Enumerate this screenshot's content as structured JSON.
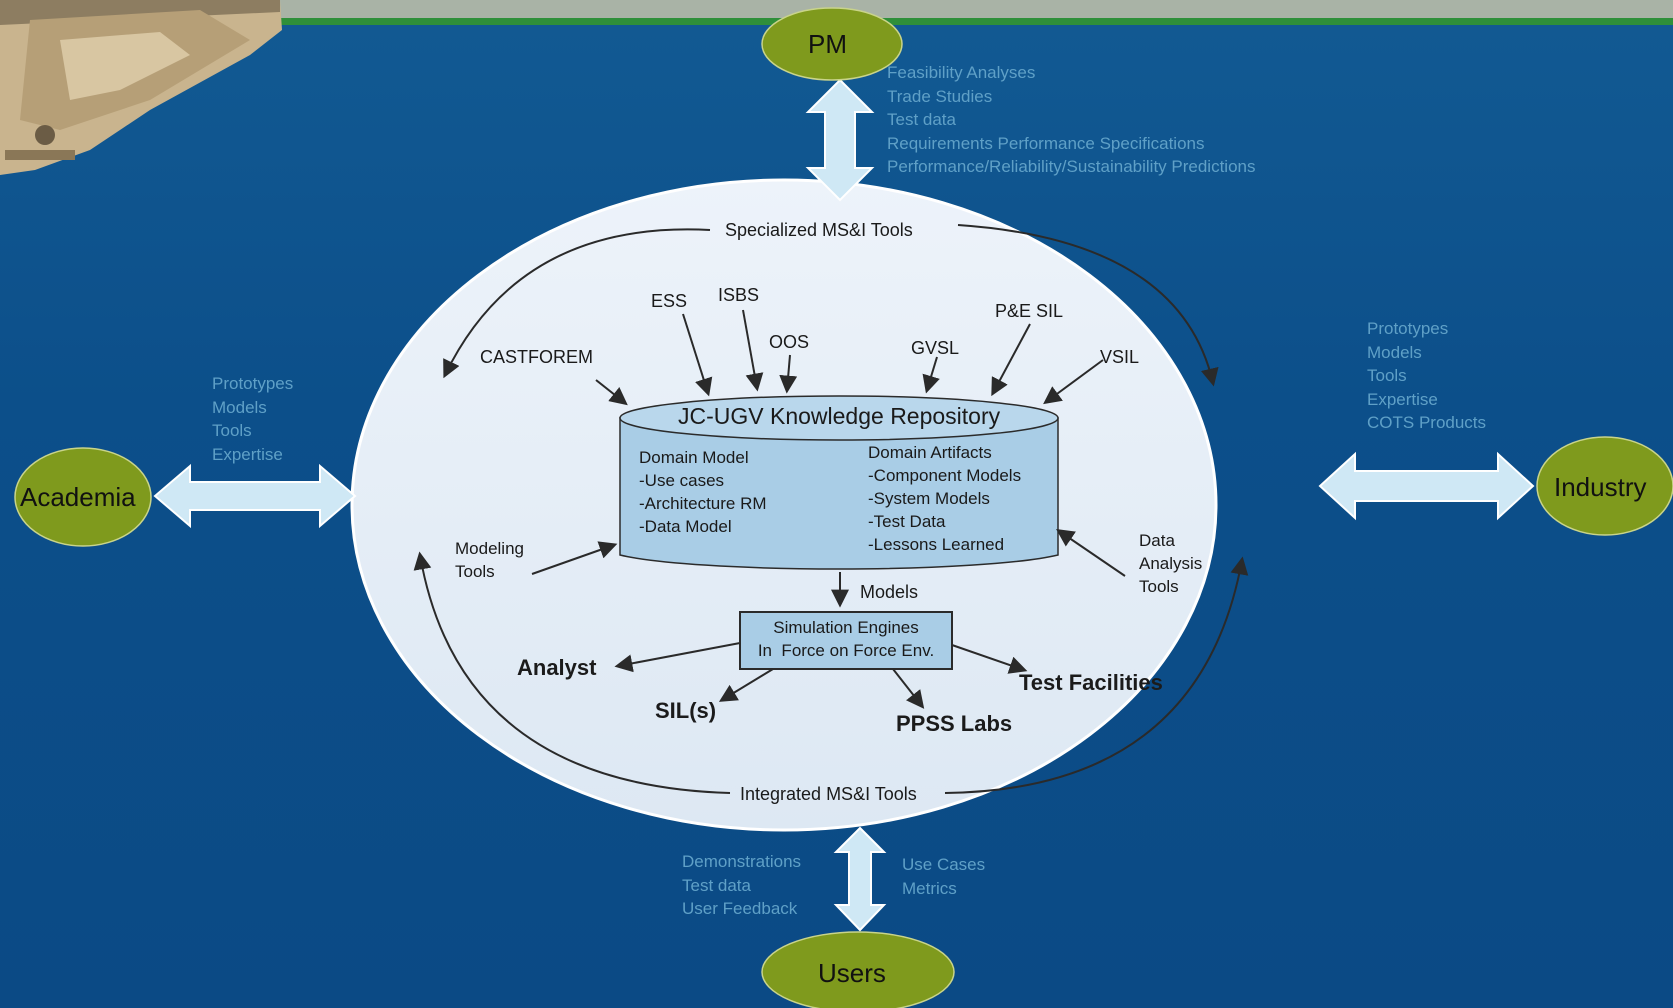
{
  "nodes": {
    "pm": "PM",
    "academia": "Academia",
    "industry": "Industry",
    "users": "Users"
  },
  "pm_outputs": [
    "Feasibility Analyses",
    "Trade Studies",
    "Test data",
    "Requirements Performance Specifications",
    "Performance/Reliability/Sustainability Predictions"
  ],
  "academia_inputs": [
    "Prototypes",
    "Models",
    "Tools",
    "Expertise"
  ],
  "industry_inputs": [
    "Prototypes",
    "Models",
    "Tools",
    "Expertise",
    "COTS Products"
  ],
  "users_left": [
    "Demonstrations",
    "Test data",
    "User Feedback"
  ],
  "users_right": [
    "Use Cases",
    "Metrics"
  ],
  "ellipse": {
    "top_label": "Specialized MS&I Tools",
    "bottom_label": "Integrated MS&I Tools"
  },
  "sources": {
    "castforem": "CASTFOREM",
    "ess": "ESS",
    "isbs": "ISBS",
    "oos": "OOS",
    "gvsl": "GVSL",
    "pe_sil": "P&E SIL",
    "vsil": "VSIL"
  },
  "repository": {
    "title": "JC-UGV Knowledge Repository",
    "domain_model": [
      "Domain Model",
      "-Use cases",
      "-Architecture RM",
      "-Data Model"
    ],
    "domain_artifacts": [
      "Domain Artifacts",
      "-Component Models",
      "-System Models",
      "-Test Data",
      "-Lessons Learned"
    ]
  },
  "side_tools": {
    "modeling": [
      "Modeling",
      "Tools"
    ],
    "data_analysis": [
      "Data",
      "Analysis",
      "Tools"
    ]
  },
  "models_label": "Models",
  "sim_engine": [
    "Simulation Engines",
    "In  Force on Force Env."
  ],
  "consumers": {
    "analyst": "Analyst",
    "sils": "SIL(s)",
    "ppss": "PPSS Labs",
    "test_facilities": "Test Facilities"
  },
  "colors": {
    "background": "#0c4f8a",
    "ellipse_fill": "#e6eef7",
    "node_fill": "#7f9a1d",
    "repository_fill": "#a9cde6",
    "double_arrow": "#cfe8f5",
    "external_text": "#5fa0c7"
  }
}
